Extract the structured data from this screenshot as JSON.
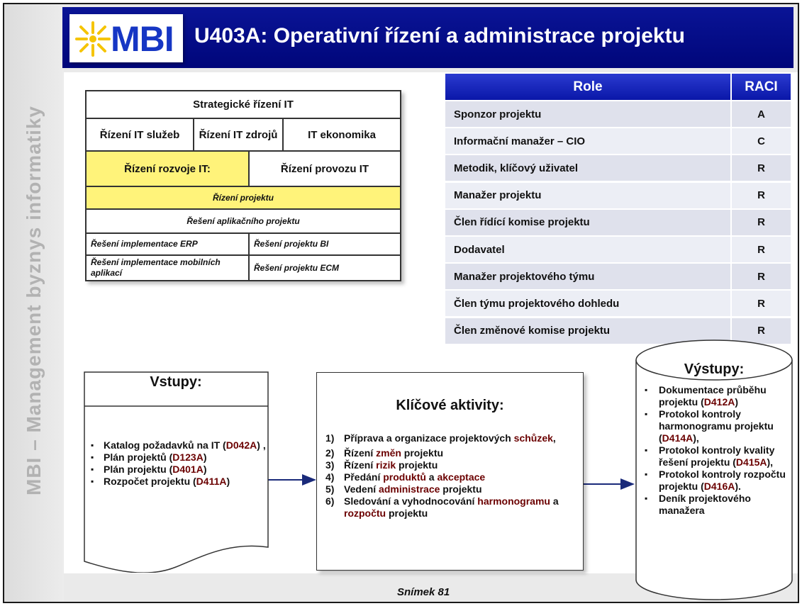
{
  "sidebar": {
    "text": "MBI – Management byznys informatiky"
  },
  "header": {
    "logo_text": "MBI",
    "title": "U403A: Operativní řízení a administrace projektu"
  },
  "matrix": {
    "strategic": "Strategické řízení IT",
    "services": "Řízení IT služeb",
    "resources": "Řízení IT zdrojů",
    "economics": "IT ekonomika",
    "development": "Řízení rozvoje IT:",
    "operations": "Řízení provozu IT",
    "project_mgmt": "Řízení projektu",
    "app_project": "Řešení aplikačního projektu",
    "erp": "Řešení implementace ERP",
    "bi": "Řešení projektu BI",
    "mobile": "Řešení implementace mobilních aplikací",
    "ecm": "Řešení projektu ECM"
  },
  "raci": {
    "header_role": "Role",
    "header_raci": "RACI",
    "rows": [
      {
        "role": "Sponzor projektu",
        "value": "A"
      },
      {
        "role": "Informační manažer – CIO",
        "value": "C"
      },
      {
        "role": "Metodik, klíčový uživatel",
        "value": "R"
      },
      {
        "role": "Manažer projektu",
        "value": "R"
      },
      {
        "role": "Člen řídící komise projektu",
        "value": "R"
      },
      {
        "role": "Dodavatel",
        "value": "R"
      },
      {
        "role": "Manažer projektového týmu",
        "value": "R"
      },
      {
        "role": "Člen týmu projektového dohledu",
        "value": "R"
      },
      {
        "role": "Člen změnové komise projektu",
        "value": "R"
      }
    ]
  },
  "inputs": {
    "title": "Vstupy:",
    "items": [
      {
        "text": "Katalog požadavků na IT (",
        "code": "D042A",
        "suffix": ") ,"
      },
      {
        "text": "Plán projektů (",
        "code": "D123A",
        "suffix": ")"
      },
      {
        "text": "Plán projektu (",
        "code": "D401A",
        "suffix": ")"
      },
      {
        "text": "Rozpočet projektu (",
        "code": "D411A",
        "suffix": ")"
      }
    ]
  },
  "activities": {
    "title": "Klíčové aktivity:",
    "items": [
      {
        "num": "1)",
        "a": "Příprava a organizace projektových ",
        "m": "schůzek",
        "b": ","
      },
      {
        "num": "2)",
        "a": "Řízení ",
        "m": "změn",
        "b": " projektu"
      },
      {
        "num": "3)",
        "a": "Řízení ",
        "m": "rizik",
        "b": " projektu"
      },
      {
        "num": "4)",
        "a": "Předání ",
        "m": "produktů",
        "b": " a ",
        "m2": "akceptace"
      },
      {
        "num": "5)",
        "a": "Vedení ",
        "m": "administrace",
        "b": " projektu"
      },
      {
        "num": "6)",
        "a": "Sledování a vyhodnocování ",
        "m": "harmonogramu",
        "b": " a ",
        "m2": "rozpočtu",
        "c": " projektu"
      }
    ]
  },
  "outputs": {
    "title": "Výstupy:",
    "items": [
      {
        "text": "Dokumentace průběhu projektu (",
        "code": "D412A",
        "suffix": ")"
      },
      {
        "text": "Protokol kontroly harmonogramu projektu (",
        "code": "D414A",
        "suffix": "),"
      },
      {
        "text": "Protokol kontroly kvality řešení projektu (",
        "code": "D415A",
        "suffix": "),"
      },
      {
        "text": "Protokol kontroly rozpočtu projektu (",
        "code": "D416A",
        "suffix": ")."
      },
      {
        "text": "Deník projektového manažera",
        "code": "",
        "suffix": ""
      }
    ]
  },
  "footer": {
    "slide_label": "Snímek  81"
  }
}
